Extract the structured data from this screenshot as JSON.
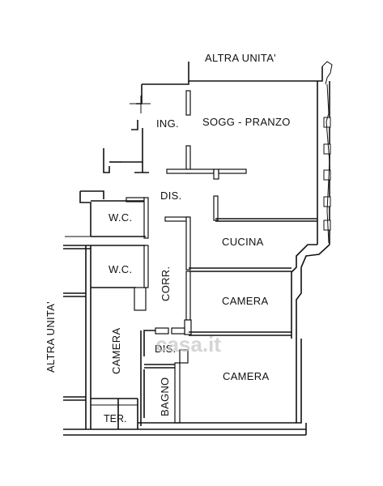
{
  "labels": {
    "altra_unita_top": "ALTRA UNITA'",
    "altra_unita_left": "ALTRA UNITA'",
    "ingresso": "ING.",
    "soggiorno_pranzo": "SOGG - PRANZO",
    "disimpegno_top": "DIS.",
    "wc_top": "W.C.",
    "cucina": "CUCINA",
    "wc_bottom": "W.C.",
    "corridoio": "CORR.",
    "camera_1": "CAMERA",
    "camera_left": "CAMERA",
    "disimpegno_bottom": "DIS.",
    "camera_2": "CAMERA",
    "bagno": "BAGNO",
    "terrazzo": "TER."
  },
  "watermark": {
    "text": "casa.it"
  }
}
